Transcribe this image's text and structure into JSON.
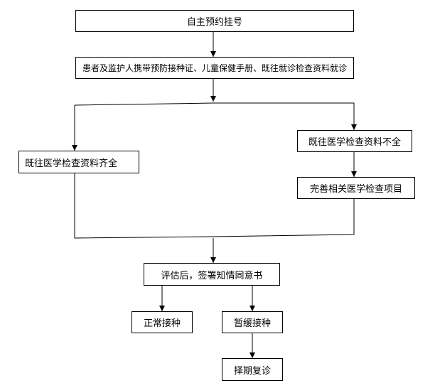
{
  "flowchart": {
    "steps": {
      "self_appointment": "自主预约挂号",
      "visit_with_documents": "患者及监护人携带预防接种证、儿童保健手册、既往就诊检查资料就诊",
      "records_complete": "既往医学检查资料齐全",
      "records_incomplete": "既往医学检查资料不全",
      "complete_exams": "完善相关医学检查项目",
      "assess_and_consent": "评估后，签署知情同意书",
      "normal_vaccination": "正常接种",
      "postpone_vaccination": "暂缓接种",
      "reschedule": "择期复诊"
    }
  }
}
